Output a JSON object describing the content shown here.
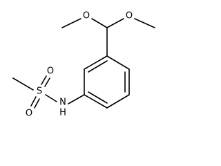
{
  "molecule": {
    "atoms": {
      "o_left": "O",
      "o_right": "O",
      "s": "S",
      "o_top": "O",
      "o_bottom": "O",
      "n": "N",
      "h": "H"
    }
  },
  "colors": {
    "bond": "#000000",
    "label": "#000000",
    "background": "#ffffff"
  }
}
